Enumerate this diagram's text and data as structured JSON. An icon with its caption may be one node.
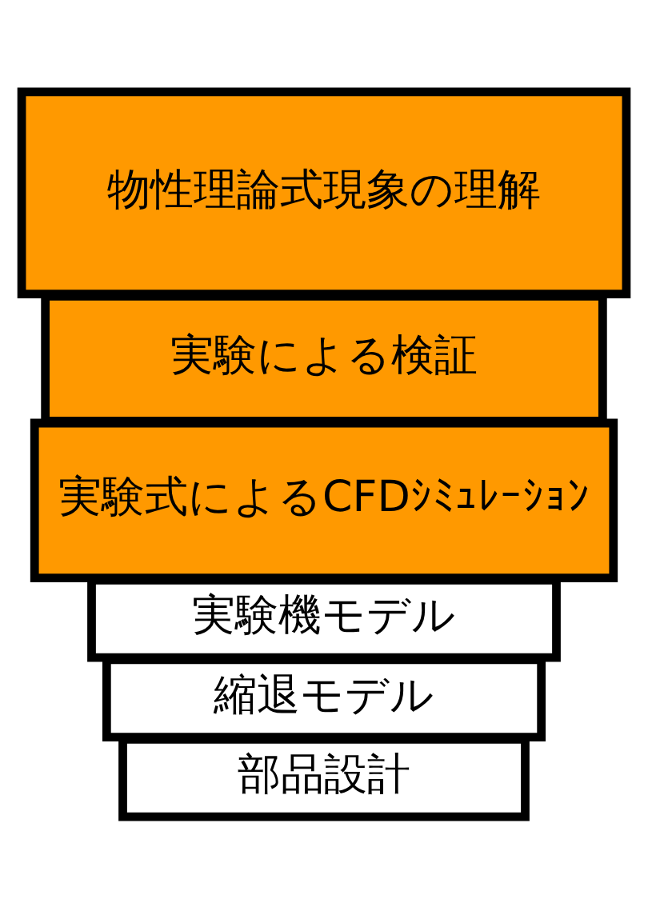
{
  "diagram": {
    "nodes": [
      {
        "text": [
          "部品設計"
        ]
      },
      {
        "text": [
          "縮退モデル"
        ]
      },
      {
        "text": [
          "実験機モデル"
        ]
      },
      {
        "text": [
          "実験式によるCFDｼﾐｭﾚｰｼｮﾝ"
        ]
      },
      {
        "text": [
          "実験による検証"
        ]
      },
      {
        "text": [
          "物性理論式現象の理解"
        ]
      }
    ]
  }
}
